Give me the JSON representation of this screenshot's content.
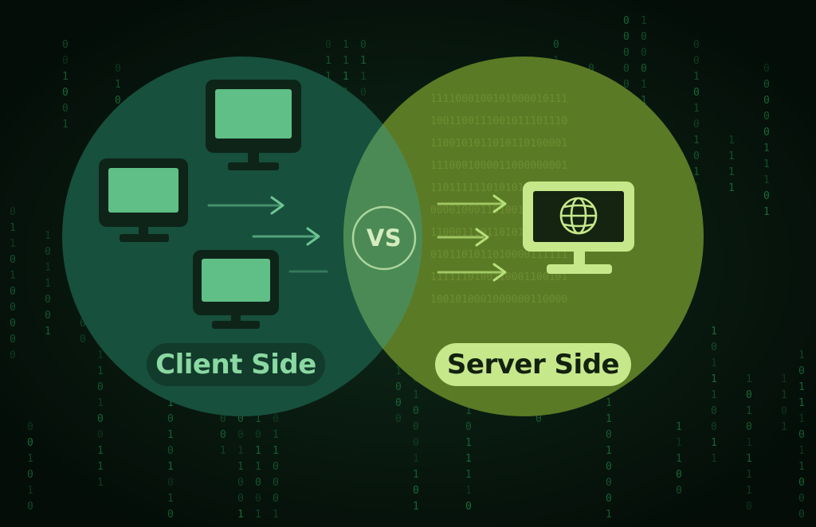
{
  "diagram": {
    "client_label": "Client Side",
    "server_label": "Server Side",
    "vs_label": "VS"
  },
  "colors": {
    "background": "#07140d",
    "client_circle": "#17503d",
    "server_circle": "#5b7a25",
    "client_accent": "#6dc593",
    "server_accent": "#b6e07a",
    "binary_rain": "#1f8a45"
  },
  "icons": {
    "client_devices": [
      "monitor-icon",
      "monitor-icon",
      "monitor-icon"
    ],
    "server_device": "monitor-globe-icon",
    "flow": "arrow-right-icon"
  }
}
